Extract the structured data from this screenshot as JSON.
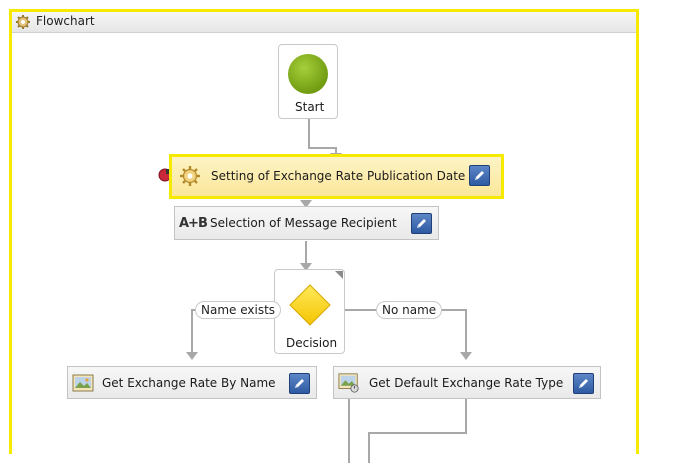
{
  "header": {
    "title": "Flowchart",
    "icon": "gear-icon"
  },
  "start": {
    "label": "Start",
    "color": "#7fae1a"
  },
  "activities": {
    "setting": {
      "label": "Setting of Exchange Rate Publication Date",
      "icon": "gear-icon",
      "selected": true
    },
    "selection": {
      "label": "Selection of Message Recipient",
      "icon": "assign-icon",
      "icon_text": "A+B"
    },
    "byname": {
      "label": "Get Exchange Rate By Name",
      "icon": "image-activity-icon"
    },
    "default": {
      "label": "Get Default Exchange Rate Type",
      "icon": "image-activity-icon"
    }
  },
  "decision": {
    "label": "Decision",
    "true_label": "Name exists",
    "false_label": "No name",
    "color": "#ffd800"
  },
  "colors": {
    "selection_border": "#f5ea00",
    "edit_button": "#3c66ad",
    "connector": "#a8a8a8"
  }
}
